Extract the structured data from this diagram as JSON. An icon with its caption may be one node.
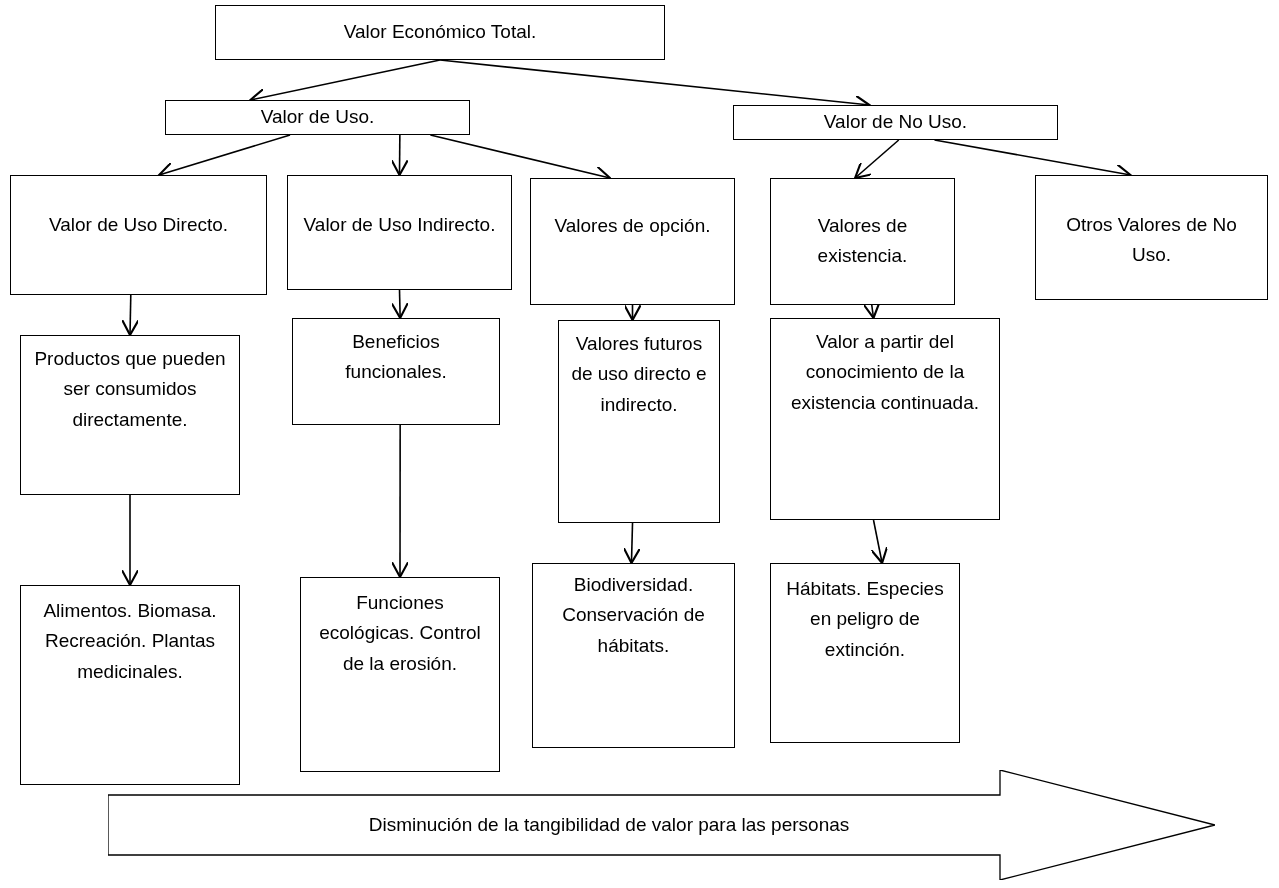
{
  "diagram": {
    "nodes": [
      {
        "text": [
          "Valor Económico Total."
        ]
      },
      {
        "text": [
          "Valor de Uso."
        ]
      },
      {
        "text": [
          "Valor de No Uso."
        ]
      },
      {
        "text": [
          "Valor de Uso Directo."
        ]
      },
      {
        "text": [
          "Valor de Uso Indirecto."
        ]
      },
      {
        "text": [
          "Valores de opción."
        ]
      },
      {
        "text": [
          "Valores de existencia."
        ]
      },
      {
        "text": [
          "Otros Valores de No Uso."
        ]
      },
      {
        "text": [
          "Productos que pueden ser consumidos directamente."
        ]
      },
      {
        "text": [
          "Beneficios funcionales."
        ]
      },
      {
        "text": [
          "Valores futuros de uso directo e indirecto."
        ]
      },
      {
        "text": [
          "Valor a partir del conocimiento de la existencia continuada."
        ]
      },
      {
        "text": [
          "Alimentos. Biomasa. Recreación. Plantas medicinales."
        ]
      },
      {
        "text": [
          "Funciones ecológicas. Control de la erosión."
        ]
      },
      {
        "text": [
          "Biodiversidad. Conservación de hábitats."
        ]
      },
      {
        "text": [
          "Hábitats. Especies en peligro de extinción."
        ]
      },
      {
        "text": [
          "Disminución de la tangibilidad de valor para las personas"
        ]
      }
    ],
    "edges": [
      {
        "from": 0,
        "to": 1,
        "arrow": "to"
      },
      {
        "from": 0,
        "to": 2,
        "arrow": "to"
      },
      {
        "from": 1,
        "to": 3,
        "arrow": "to"
      },
      {
        "from": 1,
        "to": 4,
        "arrow": "to"
      },
      {
        "from": 1,
        "to": 5,
        "arrow": "to"
      },
      {
        "from": 2,
        "to": 6,
        "arrow": "to"
      },
      {
        "from": 2,
        "to": 7,
        "arrow": "to"
      },
      {
        "from": 3,
        "to": 8,
        "arrow": "to"
      },
      {
        "from": 4,
        "to": 9,
        "arrow": "to"
      },
      {
        "from": 5,
        "to": 10,
        "arrow": "to"
      },
      {
        "from": 6,
        "to": 11,
        "arrow": "to"
      },
      {
        "from": 8,
        "to": 12,
        "arrow": "to"
      },
      {
        "from": 9,
        "to": 13,
        "arrow": "to"
      },
      {
        "from": 10,
        "to": 14,
        "arrow": "to"
      },
      {
        "from": 11,
        "to": 15,
        "arrow": "to"
      }
    ]
  }
}
